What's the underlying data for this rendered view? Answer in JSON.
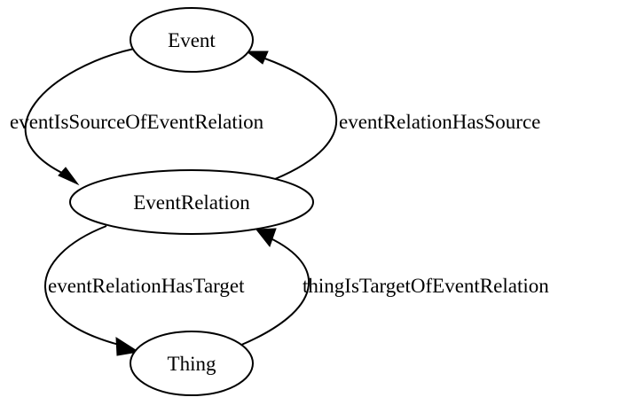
{
  "nodes": {
    "event": "Event",
    "event_relation": "EventRelation",
    "thing": "Thing"
  },
  "edges": {
    "event_is_source_of_event_relation": "eventIsSourceOfEventRelation",
    "event_relation_has_source": "eventRelationHasSource",
    "event_relation_has_target": "eventRelationHasTarget",
    "thing_is_target_of_event_relation": "thingIsTargetOfEventRelation"
  },
  "colors": {
    "stroke": "#000000",
    "fill": "#ffffff",
    "text": "#000000"
  }
}
